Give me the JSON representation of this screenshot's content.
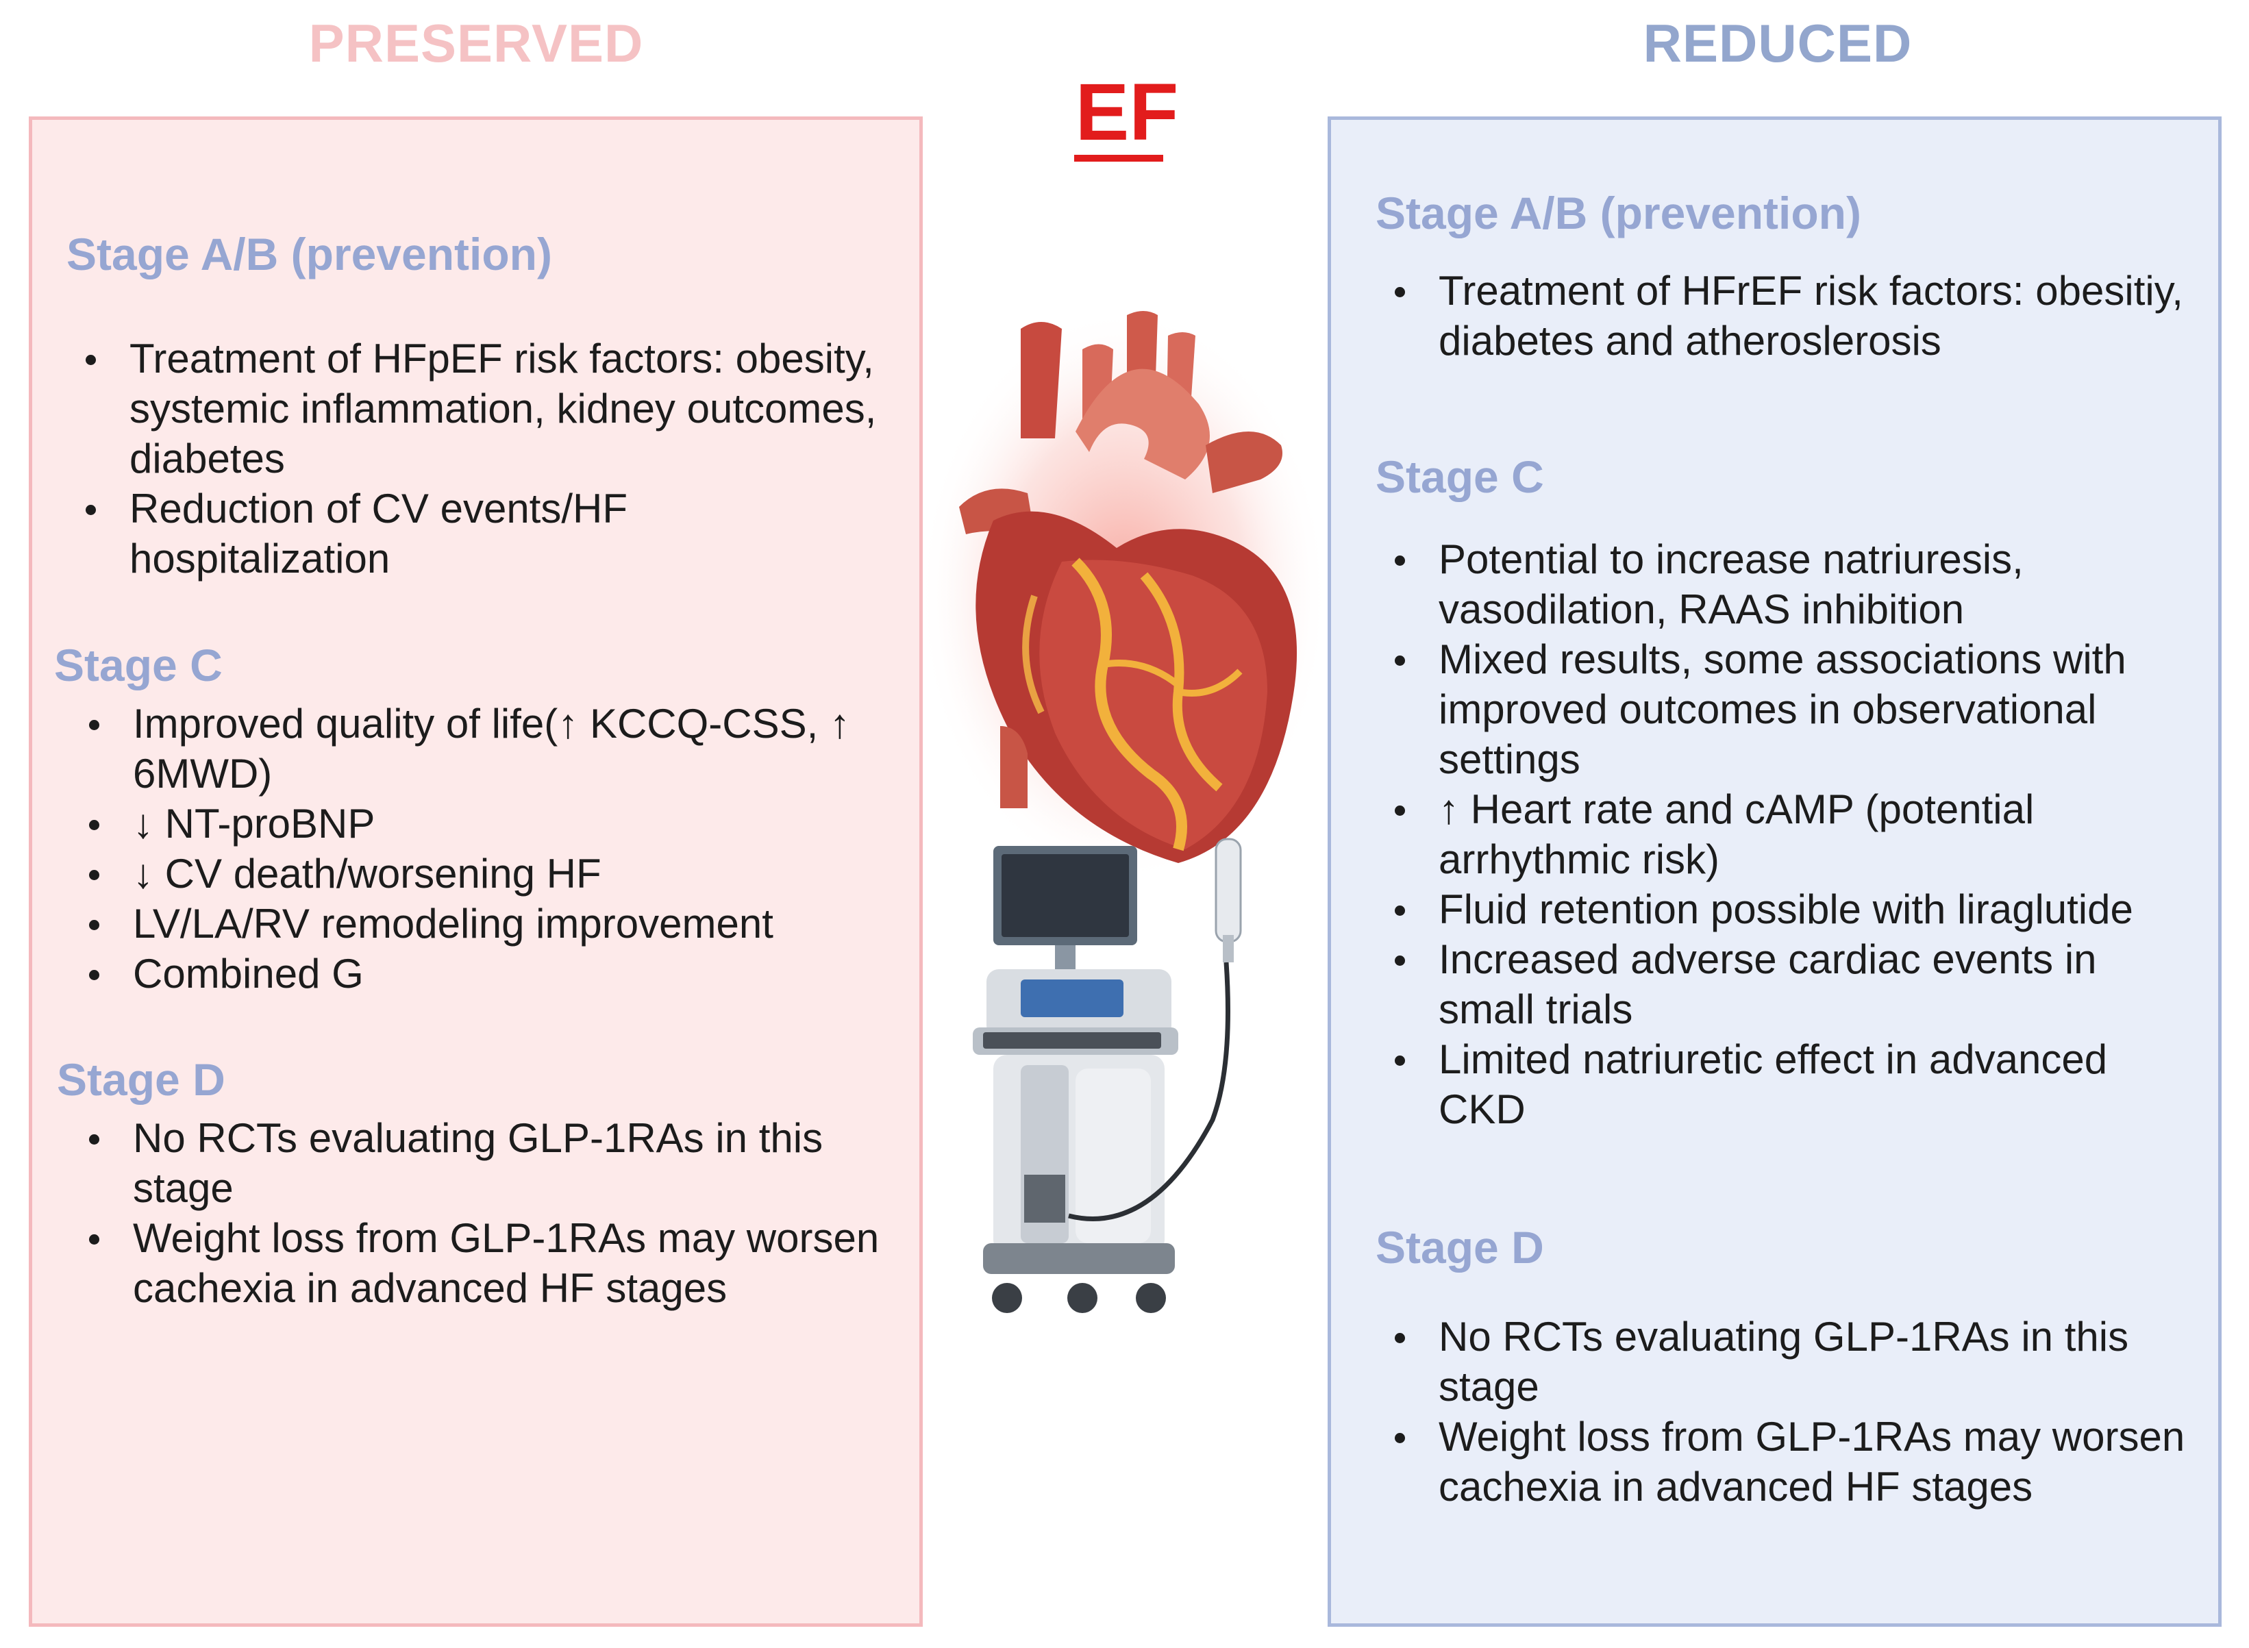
{
  "columns": {
    "preserved_title": "PRESERVED",
    "reduced_title": "REDUCED",
    "center_label": "EF"
  },
  "preserved": {
    "stage_ab": {
      "title": "Stage A/B (prevention)",
      "items": [
        "Treatment of HFpEF risk factors: obesity, systemic inflammation, kidney outcomes, diabetes",
        "Reduction of CV events/HF hospitalization"
      ]
    },
    "stage_c": {
      "title": "Stage C",
      "items": [
        "Improved quality of life(↑ KCCQ-CSS, ↑ 6MWD)",
        "↓ NT-proBNP",
        "↓ CV death/worsening HF",
        "LV/LA/RV remodeling improvement",
        "Combined G"
      ]
    },
    "stage_d": {
      "title": "Stage D",
      "items": [
        "No RCTs evaluating GLP-1RAs in this stage",
        "Weight loss from GLP-1RAs may worsen cachexia in advanced HF stages"
      ]
    }
  },
  "reduced": {
    "stage_ab": {
      "title": "Stage A/B (prevention)",
      "items": [
        "Treatment of HFrEF risk factors: obesitiy, diabetes and atheroslerosis"
      ]
    },
    "stage_c": {
      "title": "Stage C",
      "items": [
        "Potential to increase natriuresis, vasodilation, RAAS inhibition",
        "Mixed results, some associations with improved outcomes in observational settings",
        "↑ Heart rate and cAMP (potential arrhythmic risk)",
        "Fluid retention possible with liraglutide",
        "Increased adverse cardiac events in small trials",
        "Limited natriuretic effect in advanced CKD"
      ]
    },
    "stage_d": {
      "title": "Stage D",
      "items": [
        "No RCTs evaluating GLP-1RAs in this stage",
        "Weight loss from GLP-1RAs may worsen cachexia in advanced HF stages"
      ]
    }
  },
  "colors": {
    "preserved_bg": "#fdeaea",
    "preserved_border": "#f4b9bd",
    "reduced_bg": "#e9eef9",
    "reduced_border": "#a9b8dc",
    "stage_title": "#96a6d2",
    "ef_red": "#e21c1c"
  },
  "icons": [
    "heart-illustration",
    "echocardiography-machine-illustration"
  ]
}
